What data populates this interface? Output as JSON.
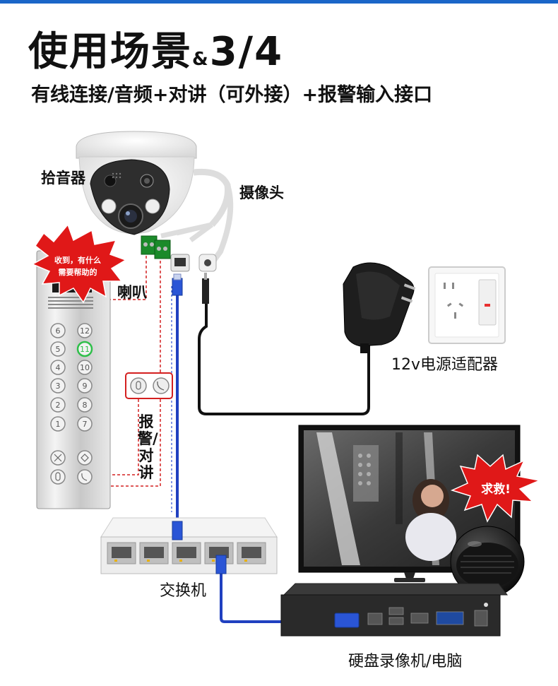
{
  "header": {
    "title_main": "使用场景",
    "title_amp": "&",
    "title_num": "3/4",
    "subtitle": "有线连接/音频+对讲（可外接）+报警输入接口"
  },
  "labels": {
    "mic": "拾音器",
    "camera": "摄像头",
    "speaker": "喇叭",
    "alarm_talk": "报警/对讲",
    "adapter": "12v电源适配器",
    "switch": "交换机",
    "nvr": "硬盘录像机/电脑"
  },
  "bubbles": {
    "reply": "收到，有什么需要帮助的",
    "reply_line1": "收到，有什么",
    "reply_line2": "需要帮助的",
    "help": "求救!"
  },
  "elevator_panel": {
    "buttons_left": [
      "6",
      "5",
      "4",
      "3",
      "2",
      "1"
    ],
    "buttons_right": [
      "12",
      "11",
      "10",
      "9",
      "8",
      "7"
    ],
    "lit_floor": "11"
  },
  "colors": {
    "accent_blue": "#1a66c8",
    "cable_blue": "#2040c0",
    "dashed_red": "#d42020",
    "bubble_red": "#e01818"
  }
}
